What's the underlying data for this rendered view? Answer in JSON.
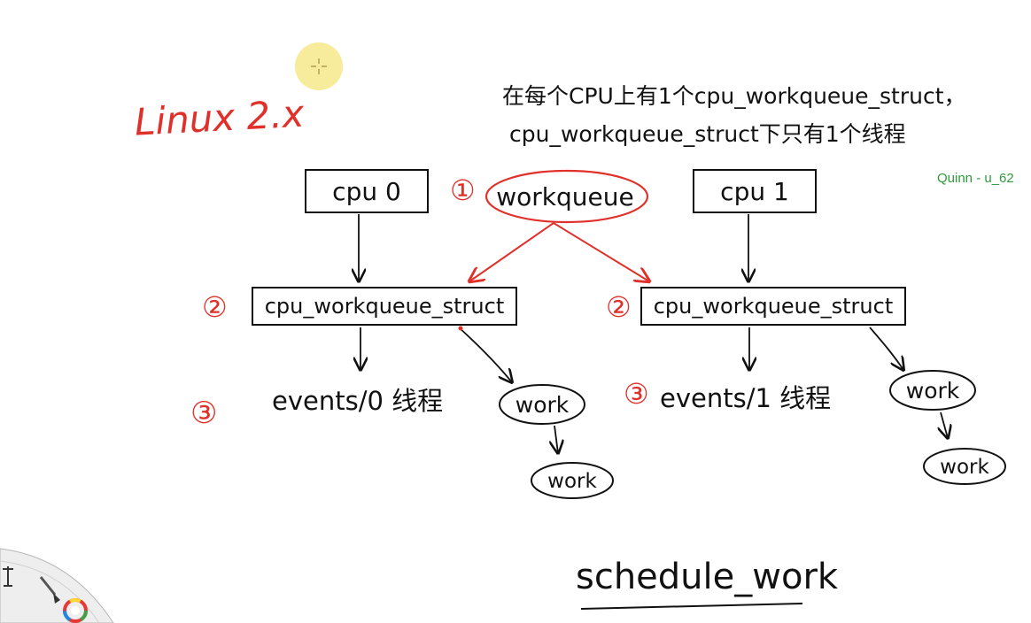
{
  "title": "Linux 2.x",
  "note": {
    "line1": "在每个CPU上有1个cpu_workqueue_struct，",
    "line2": "cpu_workqueue_struct下只有1个线程"
  },
  "watermark": "Quinn - u_62",
  "nodes": {
    "cpu0": "cpu 0",
    "cpu1": "cpu 1",
    "workqueue": "workqueue",
    "cwq_left": "cpu_workqueue_struct",
    "cwq_right": "cpu_workqueue_struct",
    "events0": "events/0 线程",
    "events1": "events/1 线程",
    "work_a": "work",
    "work_b": "work",
    "work_c": "work",
    "work_d": "work"
  },
  "markers": {
    "m1": "①",
    "m2_left": "②",
    "m2_right": "②",
    "m3_left": "③",
    "m3_right": "③"
  },
  "footer": "schedule_work",
  "colors": {
    "ink": "#111111",
    "red": "#e0302a",
    "watermark": "#2f9a3a",
    "cursor": "#f6ec9c"
  }
}
